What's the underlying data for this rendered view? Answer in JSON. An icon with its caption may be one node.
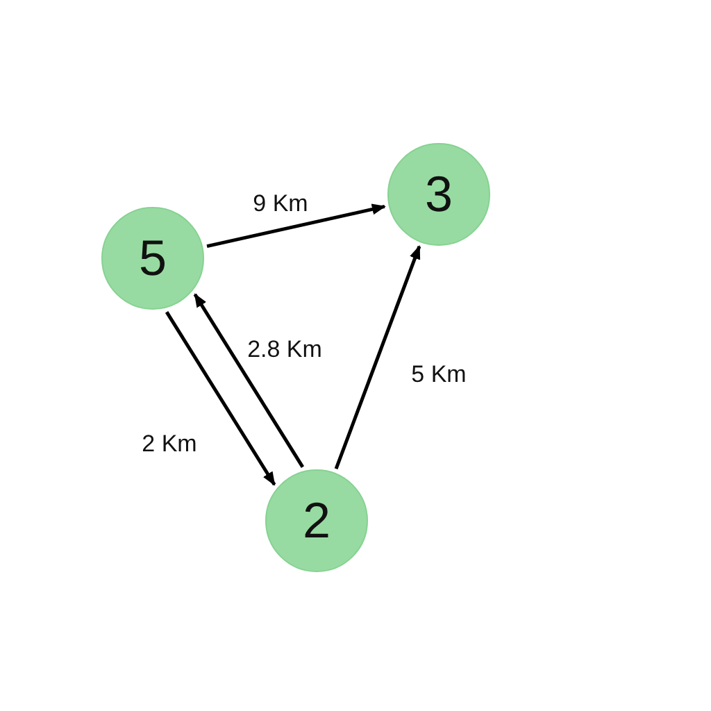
{
  "diagram": {
    "nodes": [
      {
        "text": [
          "5"
        ]
      },
      {
        "text": [
          "3"
        ]
      },
      {
        "text": [
          "2"
        ]
      }
    ],
    "edges": [
      {
        "from": 0,
        "to": 1,
        "arrow": "to",
        "label": "9 Km"
      },
      {
        "from": 2,
        "to": 0,
        "arrow": "to",
        "label": "2.8 Km"
      },
      {
        "from": 0,
        "to": 2,
        "arrow": "to",
        "label": "2 Km"
      },
      {
        "from": 2,
        "to": 1,
        "arrow": "to",
        "label": "5 Km"
      }
    ]
  }
}
